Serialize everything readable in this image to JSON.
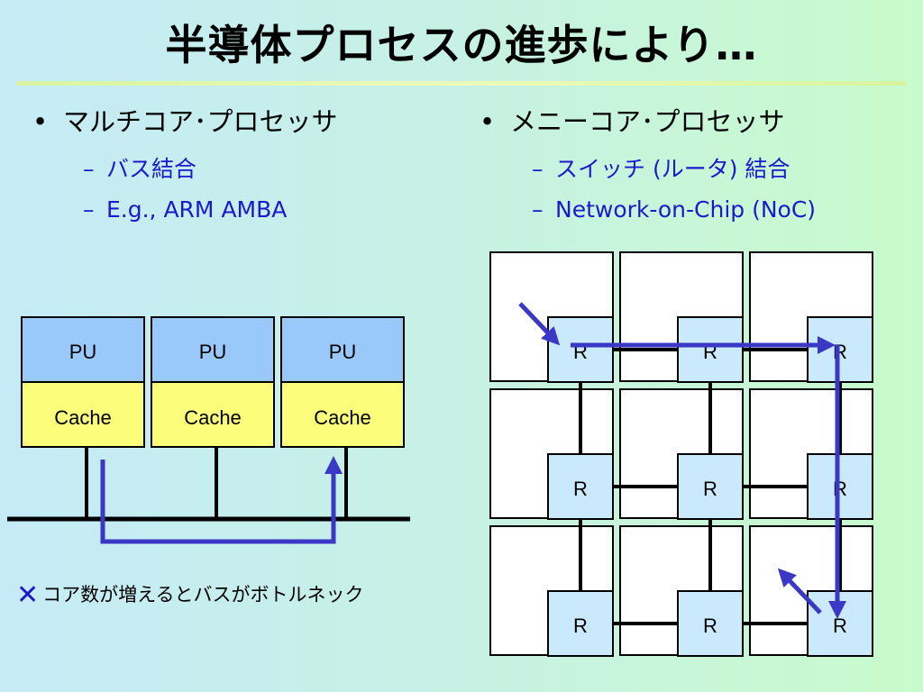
{
  "title": "半導体プロセスの進歩により…",
  "left": {
    "heading": "マルチコア･プロセッサ",
    "subs": [
      "バス結合",
      "E.g., ARM AMBA"
    ],
    "pu_label": "PU",
    "cache_label": "Cache",
    "note_mark": "✕",
    "note": "コア数が増えるとバスがボトルネック"
  },
  "right": {
    "heading": "メニーコア･プロセッサ",
    "subs": [
      "スイッチ (ルータ) 結合",
      "Network-on-Chip (NoC)"
    ],
    "router_label": "R"
  },
  "colors": {
    "pu": "#99c9fb",
    "cache": "#fdfd7c",
    "router": "#cbe9fc",
    "arrow": "#3a38c4",
    "subtext": "#1a1acc"
  }
}
